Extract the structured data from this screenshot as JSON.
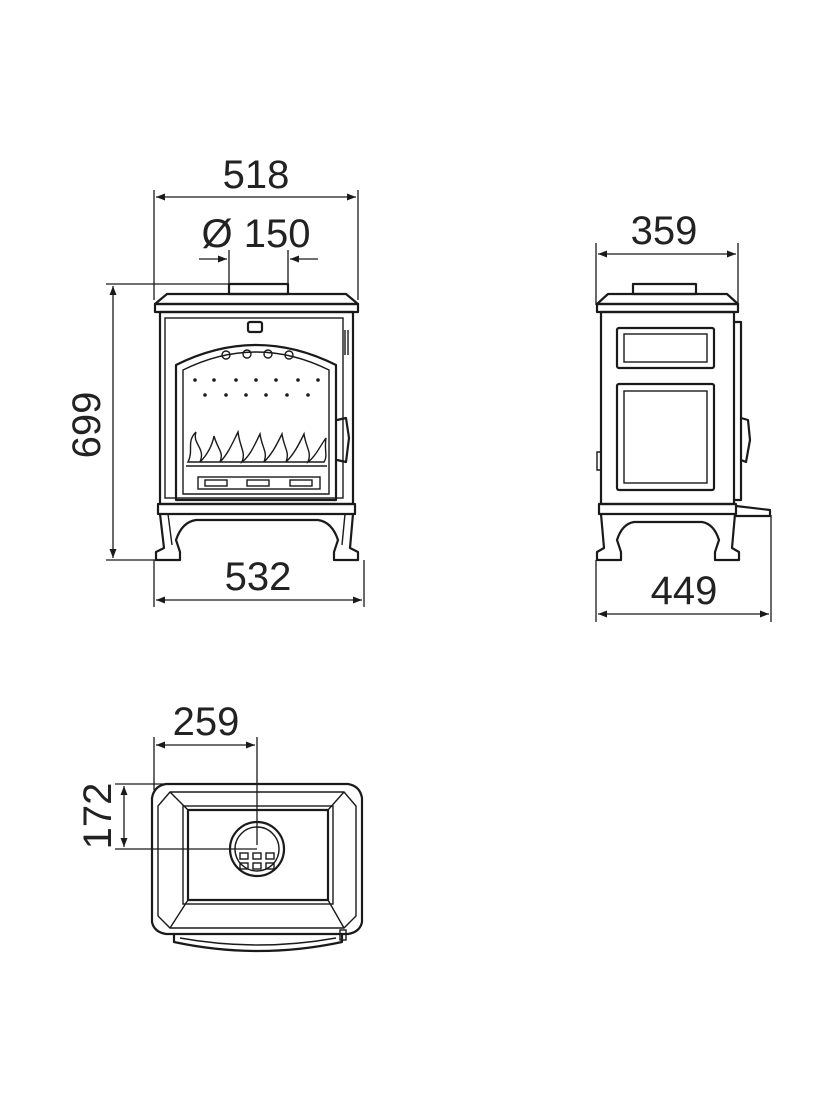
{
  "drawing": {
    "front_view": {
      "width_top": "518",
      "flue_diameter": "Ø 150",
      "height": "699",
      "width_base": "532"
    },
    "side_view": {
      "depth_top": "359",
      "depth_base": "449"
    },
    "top_view": {
      "flue_offset_x": "259",
      "flue_offset_y": "172"
    }
  }
}
